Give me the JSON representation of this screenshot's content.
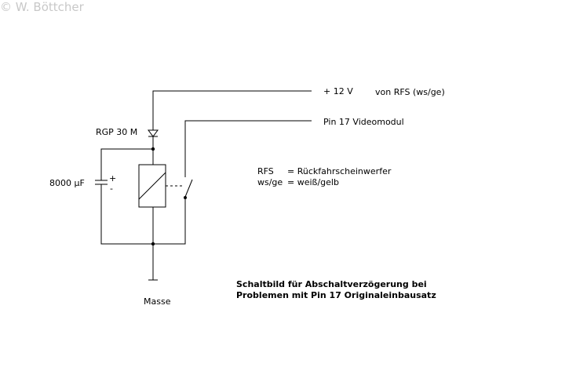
{
  "copyright": "© W. Böttcher",
  "labels": {
    "supply": "+ 12 V",
    "supply_source": "von RFS (ws/ge)",
    "pin17": "Pin 17 Videomodul",
    "diode": "RGP 30 M",
    "capacitor": "8000 µF",
    "cap_plus": "+",
    "cap_minus": "-",
    "ground": "Masse"
  },
  "legend": {
    "line1_abbr": "RFS",
    "line1_def": "= Rückfahrscheinwerfer",
    "line2_abbr": "ws/ge",
    "line2_def": "= weiß/gelb"
  },
  "caption": {
    "line1": "Schaltbild für Abschaltverzögerung bei",
    "line2": "Problemen mit Pin 17 Originaleinbausatz"
  }
}
